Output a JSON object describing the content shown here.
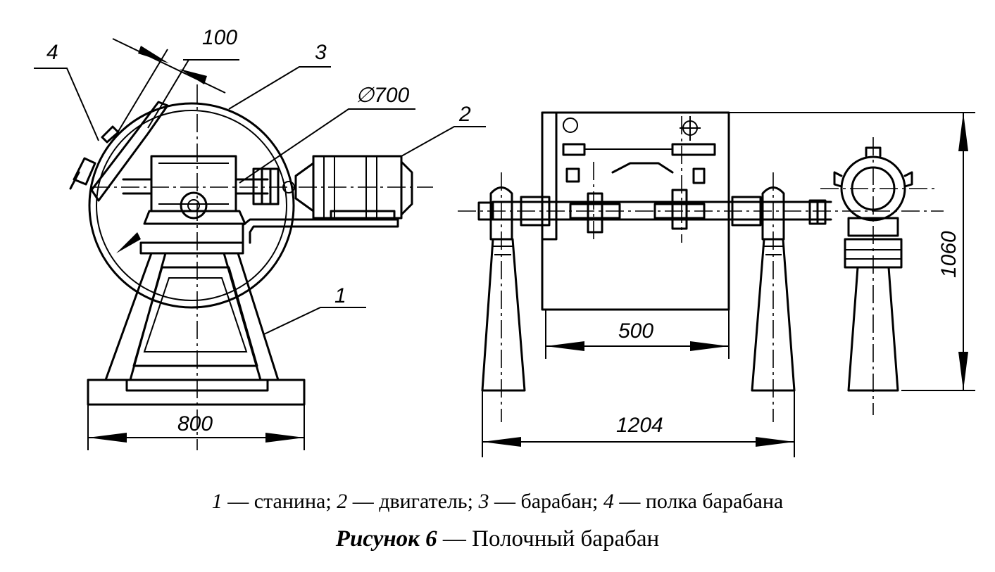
{
  "drawing": {
    "labels": {
      "callout_1": "1",
      "callout_2": "2",
      "callout_3": "3",
      "callout_4": "4",
      "dim_100": "100",
      "dim_700": "∅700",
      "dim_800": "800",
      "dim_500": "500",
      "dim_1204": "1204",
      "dim_1060": "1060"
    }
  },
  "legend": {
    "n1": "1",
    "t1": "— станина;",
    "n2": "2",
    "t2": "— двигатель;",
    "n3": "3",
    "t3": "— барабан;",
    "n4": "4",
    "t4": "— полка барабана"
  },
  "figure": {
    "number": "Рисунок 6",
    "title": "— Полочный барабан"
  }
}
